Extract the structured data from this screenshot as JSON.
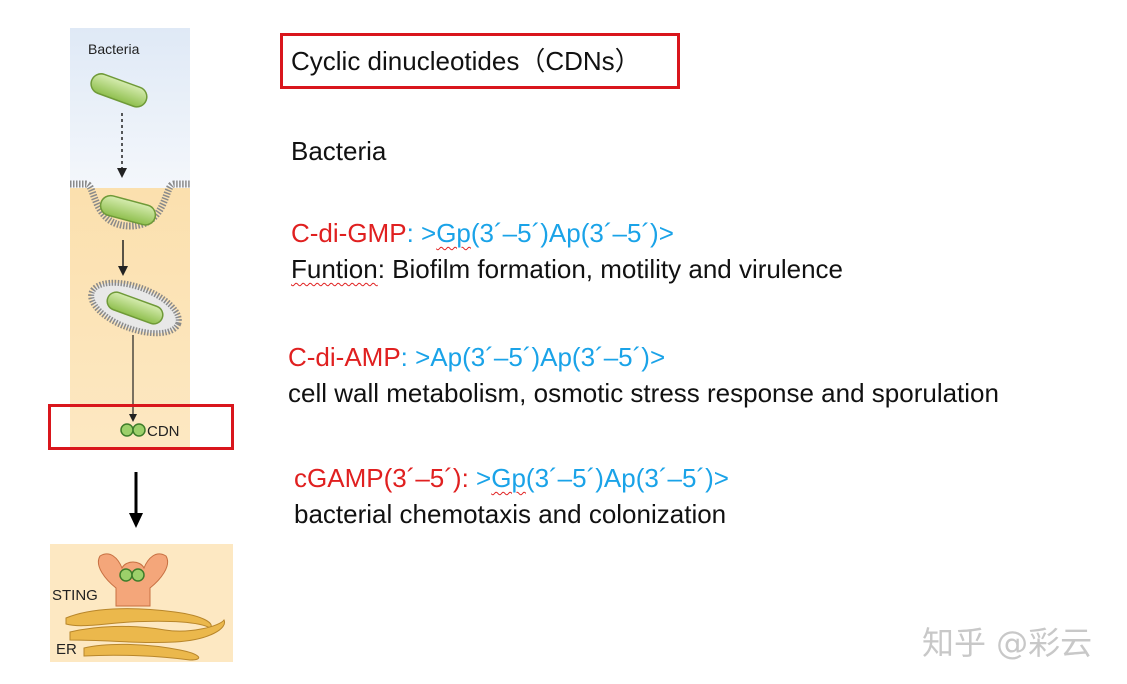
{
  "title": "Cyclic dinucleotides（CDNs）",
  "bacteria_heading": "Bacteria",
  "entries": [
    {
      "name": "C-di-GMP",
      "sep": ": ",
      "prefix": ">",
      "seq_underlined": "Gp",
      "seq_rest": "(3´–5´)Ap(3´–5´)>",
      "func_label": "Funtion",
      "func_text": ": Biofilm formation, motility and virulence"
    },
    {
      "name": "C-di-AMP",
      "sep": ": ",
      "seq": ">Ap(3´–5´)Ap(3´–5´)>",
      "func_text": "cell wall metabolism, osmotic stress response and sporulation"
    },
    {
      "name": "cGAMP(3´–5´): ",
      "prefix": ">",
      "seq_underlined": "Gp",
      "seq_rest": "(3´–5´)Ap(3´–5´)>",
      "func_text": "bacterial chemotaxis and colonization"
    }
  ],
  "diagram": {
    "bacteria_label": "Bacteria",
    "cdn_label": "CDN",
    "sting_label": "STING",
    "er_label": "ER"
  },
  "watermark": "知乎 @彩云",
  "colors": {
    "highlight_box": "#d9161c",
    "name_red": "#e02020",
    "sequence_blue": "#1aa3e8",
    "bacteria_green": "#a9cf6a",
    "cell_tan": "#fbe3b4",
    "sting_orange": "#f4a67a",
    "er_yellow": "#e8b54a"
  }
}
